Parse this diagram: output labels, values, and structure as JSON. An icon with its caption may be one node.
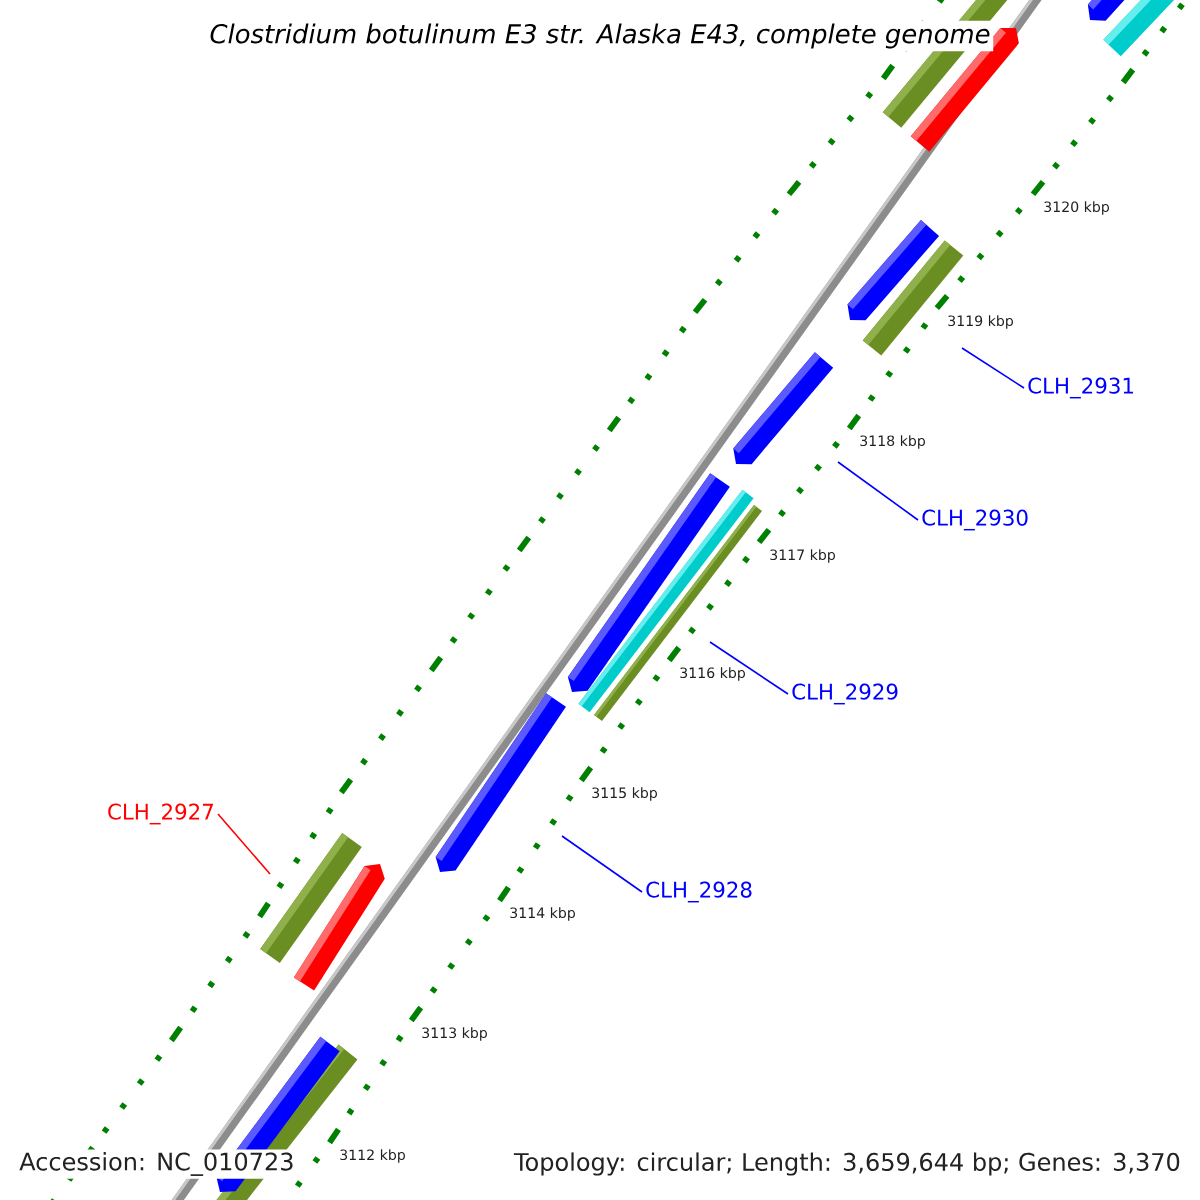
{
  "diagram": {
    "title": "Clostridium botulinum E3 str. Alaska E43, complete genome",
    "nodes": [
      {
        "text": [
          "CLH_2927"
        ]
      },
      {
        "text": [
          "CLH_2928"
        ]
      },
      {
        "text": [
          "CLH_2929"
        ]
      },
      {
        "text": [
          "CLH_2930"
        ]
      },
      {
        "text": [
          "CLH_2931"
        ]
      }
    ],
    "edges": [
      {
        "from": 0,
        "to": null,
        "arrow": "none",
        "color": "#ff0000"
      },
      {
        "from": 1,
        "to": null,
        "arrow": "none"
      },
      {
        "from": 2,
        "to": null,
        "arrow": "none"
      },
      {
        "from": 3,
        "to": null,
        "arrow": "none"
      },
      {
        "from": 4,
        "to": null,
        "arrow": "none"
      }
    ],
    "labels": [
      "3120 kbp",
      "3119 kbp",
      "3118 kbp",
      "3117 kbp",
      "3116 kbp",
      "3115 kbp",
      "3114 kbp",
      "3113 kbp",
      "3112 kbp",
      "Accession: NC_010723",
      "Topology: circular; Length: 3,659,644 bp; Genes: 3,370"
    ]
  }
}
